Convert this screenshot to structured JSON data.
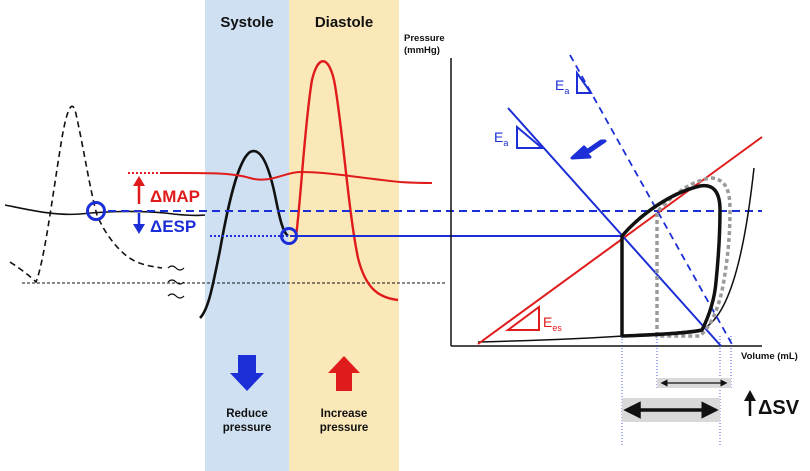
{
  "phases": {
    "systole": "Systole",
    "diastole": "Diastole"
  },
  "pressure_labels": {
    "delta_map": "ΔMAP",
    "delta_esp": "ΔESP"
  },
  "actions": {
    "reduce": [
      "Reduce",
      "pressure"
    ],
    "increase": [
      "Increase",
      "pressure"
    ]
  },
  "pv_loop": {
    "y_axis": [
      "Pressure",
      "(mmHg)"
    ],
    "x_axis": "Volume (mL)",
    "elastance_arterial": {
      "main": "E",
      "sub": "a"
    },
    "elastance_end_systolic": {
      "main": "E",
      "sub": "es"
    },
    "delta_sv": "ΔSV"
  },
  "colors": {
    "systole_band": "#cfe0f2",
    "diastole_band": "#fbe8b8",
    "red": "#e01b1b",
    "blue": "#1c2fd6",
    "black": "#111111",
    "gray": "#9a9a9a"
  }
}
